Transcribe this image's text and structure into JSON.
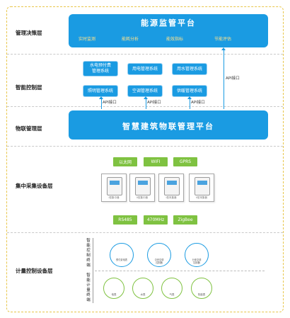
{
  "layers": [
    "管理决策层",
    "智能控制层",
    "物联管理层",
    "集中采集设备层",
    "计量控制设备层"
  ],
  "energy_platform": {
    "title": "能源监管平台",
    "items": [
      "实时监测",
      "能耗分析",
      "能效指标",
      "节能评估"
    ]
  },
  "control_systems": [
    "水电预付费\n管理系统",
    "用电管理系统",
    "用水管理系统",
    "照明管理系统",
    "空调管理系统",
    "供暖管理系统"
  ],
  "api_label": "API接口",
  "iot_platform": {
    "title": "智慧建筑物联管理平台"
  },
  "networks_top": [
    "以太网",
    "WIFI",
    "GPRS"
  ],
  "networks_bottom": [
    "RS485",
    "470MHz",
    "ZigBee"
  ],
  "collectors": [
    "I型集中器",
    "II型集中器",
    "I型采集器",
    "II型采集器"
  ],
  "control_terminal_label": "智能控制终端",
  "metering_terminal_label": "智能计量终端",
  "control_terminals": [
    "预付费电表",
    "中央空调\n控制器",
    "分体空调\n控制器"
  ],
  "metering_terminals": [
    "电表",
    "水表",
    "气表",
    "热能表"
  ]
}
